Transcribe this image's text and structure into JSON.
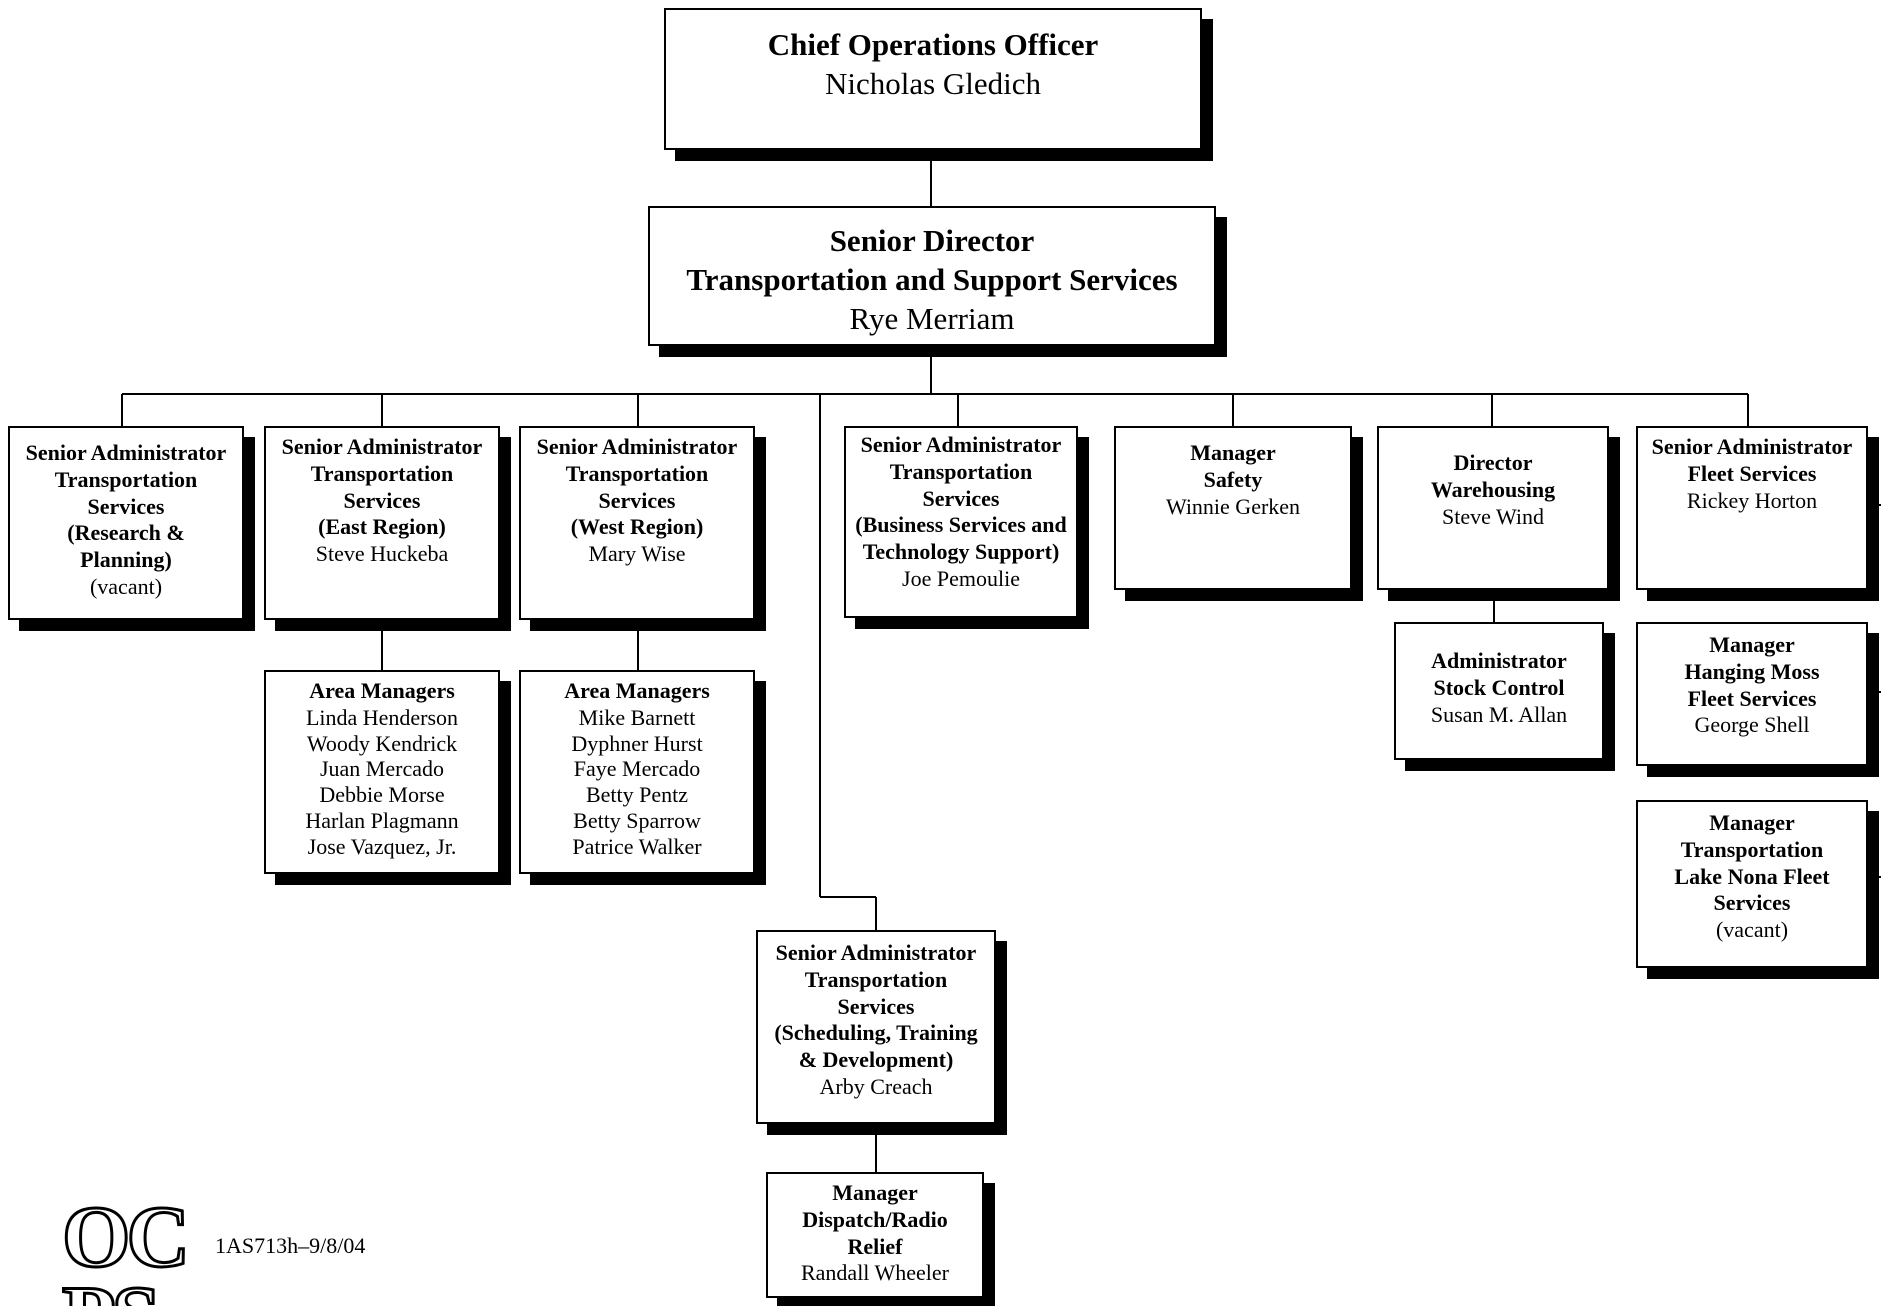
{
  "boxes": {
    "coo": {
      "title": "Chief Operations Officer",
      "name": "Nicholas Gledich"
    },
    "senior_director": {
      "title1": "Senior Director",
      "title2": "Transportation and Support Services",
      "name": "Rye Merriam"
    },
    "research": {
      "lines": [
        "Senior Administrator",
        "Transportation",
        "Services",
        "(Research &",
        "Planning)"
      ],
      "name": "(vacant)"
    },
    "east": {
      "lines": [
        "Senior Administrator",
        "Transportation",
        "Services",
        "(East Region)"
      ],
      "name": "Steve Huckeba"
    },
    "west": {
      "lines": [
        "Senior Administrator",
        "Transportation",
        "Services",
        "(West Region)"
      ],
      "name": "Mary Wise"
    },
    "business": {
      "lines": [
        "Senior Administrator",
        "Transportation",
        "Services",
        "(Business Services and",
        "Technology Support)"
      ],
      "name": "Joe Pemoulie"
    },
    "safety": {
      "lines": [
        "Manager",
        "Safety"
      ],
      "name": "Winnie Gerken"
    },
    "warehousing": {
      "lines": [
        "Director",
        "Warehousing"
      ],
      "name": "Steve Wind"
    },
    "fleet": {
      "lines": [
        "Senior Administrator",
        "Fleet Services"
      ],
      "name": "Rickey Horton"
    },
    "east_area": {
      "title": "Area Managers",
      "names": [
        "Linda Henderson",
        "Woody Kendrick",
        "Juan Mercado",
        "Debbie Morse",
        "Harlan Plagmann",
        "Jose Vazquez, Jr."
      ]
    },
    "west_area": {
      "title": "Area Managers",
      "names": [
        "Mike Barnett",
        "Dyphner Hurst",
        "Faye Mercado",
        "Betty Pentz",
        "Betty Sparrow",
        "Patrice Walker"
      ]
    },
    "stock": {
      "lines": [
        "Administrator",
        "Stock Control"
      ],
      "name": "Susan M. Allan"
    },
    "hanging_moss": {
      "lines": [
        "Manager",
        "Hanging Moss",
        "Fleet Services"
      ],
      "name": "George Shell"
    },
    "lake_nona": {
      "lines": [
        "Manager",
        "Transportation",
        "Lake Nona Fleet",
        "Services"
      ],
      "name": "(vacant)"
    },
    "scheduling": {
      "lines": [
        "Senior Administrator",
        "Transportation",
        "Services",
        "(Scheduling, Training",
        "& Development)"
      ],
      "name": "Arby Creach"
    },
    "dispatch": {
      "lines": [
        "Manager",
        "Dispatch/Radio",
        "Relief"
      ],
      "name": "Randall Wheeler"
    }
  },
  "logo": {
    "letters": [
      "OC",
      "PS"
    ]
  },
  "doc_code": "1AS713h–9/8/04"
}
